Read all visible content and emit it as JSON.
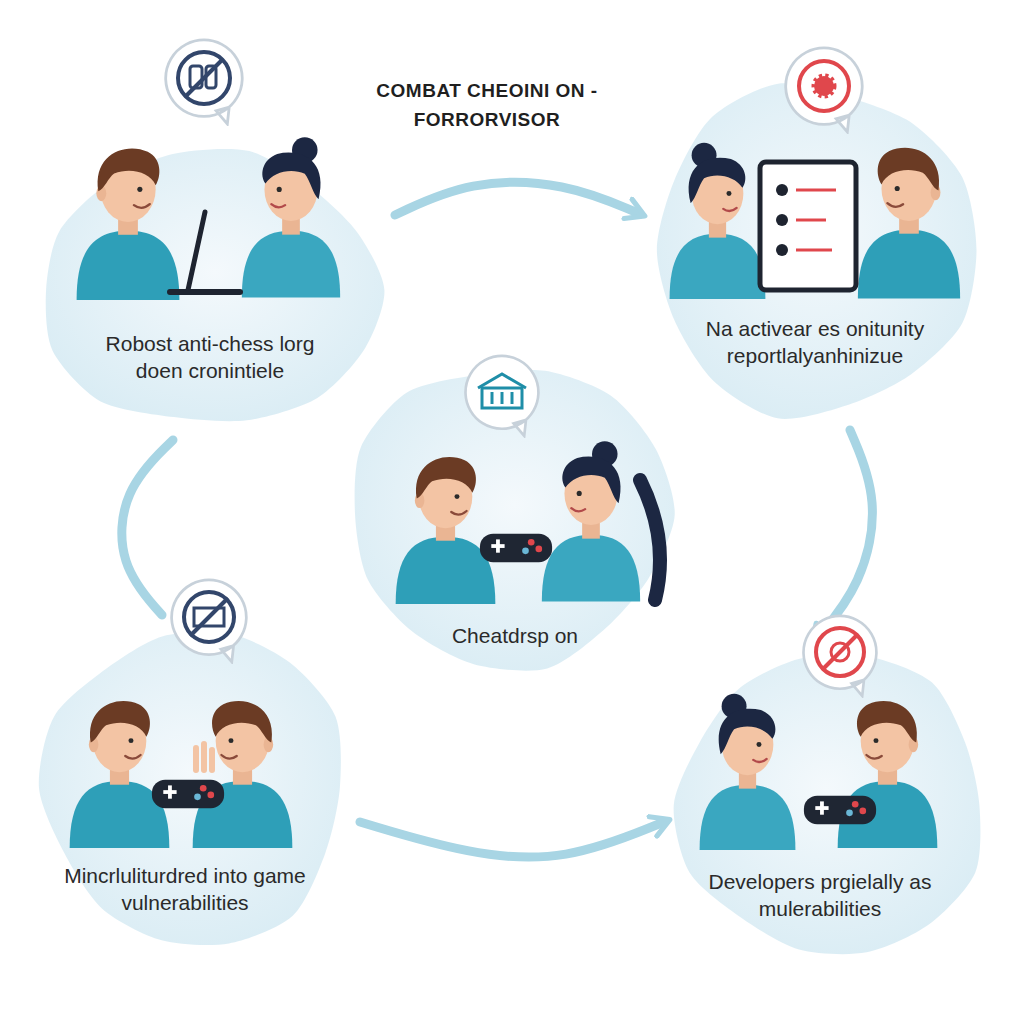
{
  "diagram": {
    "title": "COMBAT CHEOINI ON - FORRORVISOR",
    "nodes": [
      {
        "text": [
          "Robost anti-chess lorg doen cronintiele"
        ]
      },
      {
        "text": [
          "Na activear es onitunity reportlalyanhinizue"
        ]
      },
      {
        "text": [
          "Cheatdrsp on"
        ]
      },
      {
        "text": [
          "Mincrluliturdred into game vulnerabilities"
        ]
      },
      {
        "text": [
          "Developers prgielally as mulerabilities"
        ]
      }
    ],
    "edges": [
      {
        "from": 0,
        "to": 1,
        "arrow": "to"
      },
      {
        "from": 1,
        "to": 4,
        "arrow": "to"
      },
      {
        "from": 3,
        "to": 4,
        "arrow": "to"
      },
      {
        "from": 3,
        "to": 0,
        "arrow": "none"
      }
    ]
  }
}
